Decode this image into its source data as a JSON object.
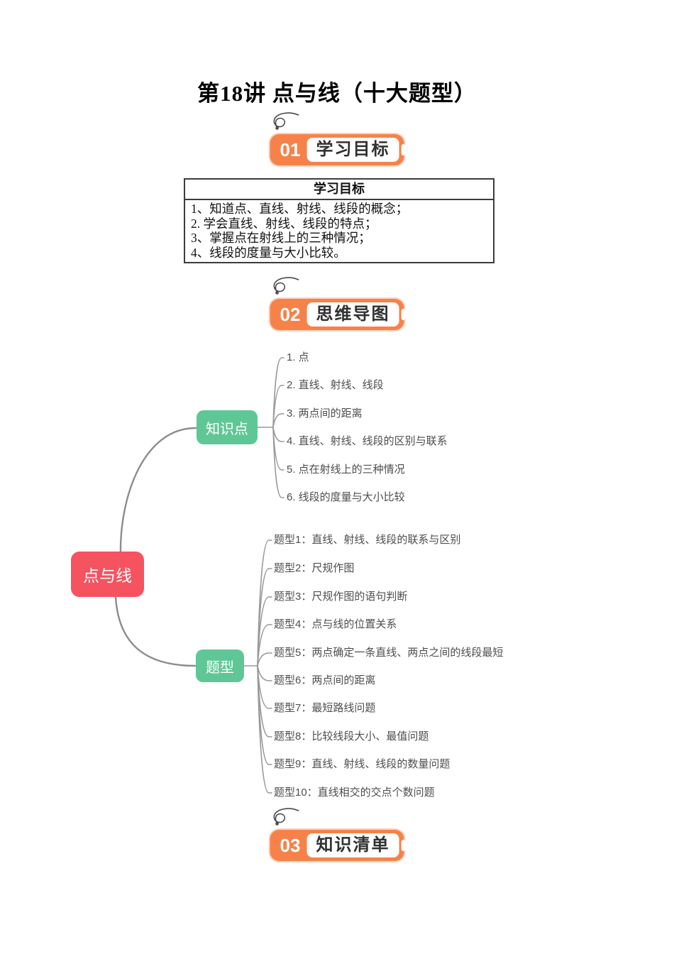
{
  "page": {
    "title": "第18讲 点与线（十大题型）"
  },
  "sections": [
    {
      "number": "01",
      "label": "学习目标"
    },
    {
      "number": "02",
      "label": "思维导图"
    },
    {
      "number": "03",
      "label": "知识清单"
    }
  ],
  "goals": {
    "header": "学习目标",
    "items": [
      "1、知道点、直线、射线、线段的概念；",
      "2. 学会直线、射线、线段的特点；",
      "3、掌握点在射线上的三种情况；",
      "4、线段的度量与大小比较。"
    ]
  },
  "mindmap": {
    "root": "点与线",
    "knowledge": {
      "label": "知识点",
      "items": [
        "1. 点",
        "2. 直线、射线、线段",
        "3. 两点间的距离",
        "4. 直线、射线、线段的区别与联系",
        "5. 点在射线上的三种情况",
        "6. 线段的度量与大小比较"
      ]
    },
    "types": {
      "label": "题型",
      "items": [
        "题型1：直线、射线、线段的联系与区别",
        "题型2：尺规作图",
        "题型3：尺规作图的语句判断",
        "题型4：点与线的位置关系",
        "题型5：两点确定一条直线、两点之间的线段最短",
        "题型6：两点间的距离",
        "题型7：最短路线问题",
        "题型8：比较线段大小、最值问题",
        "题型9：直线、射线、线段的数量问题",
        "题型10：直线相交的交点个数问题"
      ]
    }
  },
  "colors": {
    "accent_orange": "#F6824A",
    "node_green": "#5EC795",
    "node_red": "#F5535F",
    "branch_gray": "#999999",
    "main_curve_gray": "#8C8C8C",
    "item_text": "#4E4E4E"
  }
}
